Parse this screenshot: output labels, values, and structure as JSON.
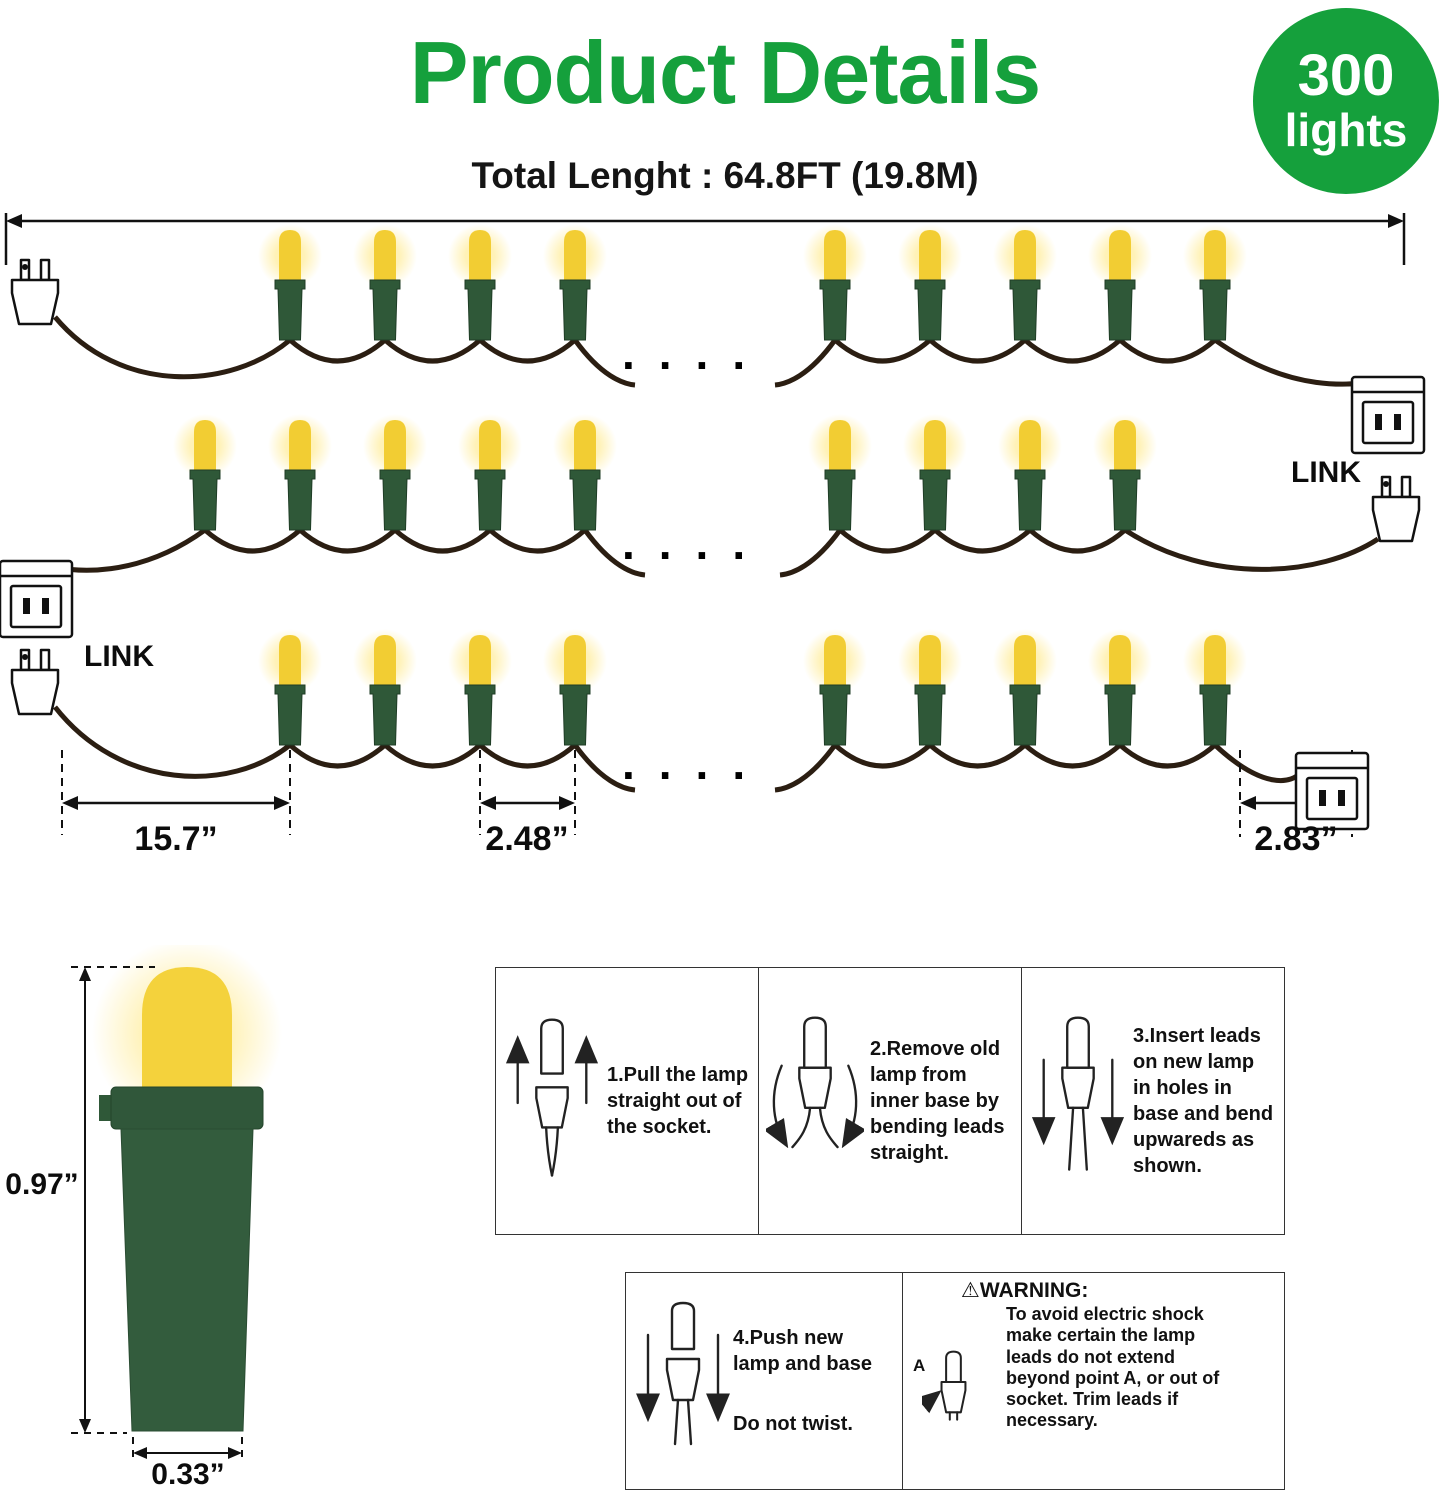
{
  "header": {
    "title": "Product Details",
    "badge": {
      "count": "300",
      "unit": "lights"
    },
    "total_length_label": "Total Lenght : 64.8FT (19.8M)"
  },
  "string_diagram": {
    "link_label_right": "LINK",
    "link_label_left": "LINK",
    "continuation_dots": "....",
    "dim_plug_to_first_light": "15.7”",
    "dim_light_spacing": "2.48”",
    "dim_last_light_to_connector": "2.83”"
  },
  "bulb_detail": {
    "height_label": "0.97”",
    "width_label": "0.33”"
  },
  "replacement_steps": [
    {
      "text": "1.Pull the lamp straight out of the socket."
    },
    {
      "text": "2.Remove old lamp from inner base by bending leads straight."
    },
    {
      "text": "3.Insert leads on new lamp in holes in base and bend upwareds as shown."
    },
    {
      "text": "4.Push new lamp and base",
      "note": "Do not twist."
    }
  ],
  "warning": {
    "icon_glyph": "⚠",
    "title": "WARNING:",
    "body": "To avoid electric shock make certain the lamp leads do not extend beyond point A, or out of socket. Trim leads if necessary.",
    "point_label": "A"
  },
  "colors": {
    "brand_green": "#15a03c",
    "bulb_yellow": "#f2cd33",
    "socket_green": "#2f5838",
    "wire_brown": "#2b1e12"
  }
}
